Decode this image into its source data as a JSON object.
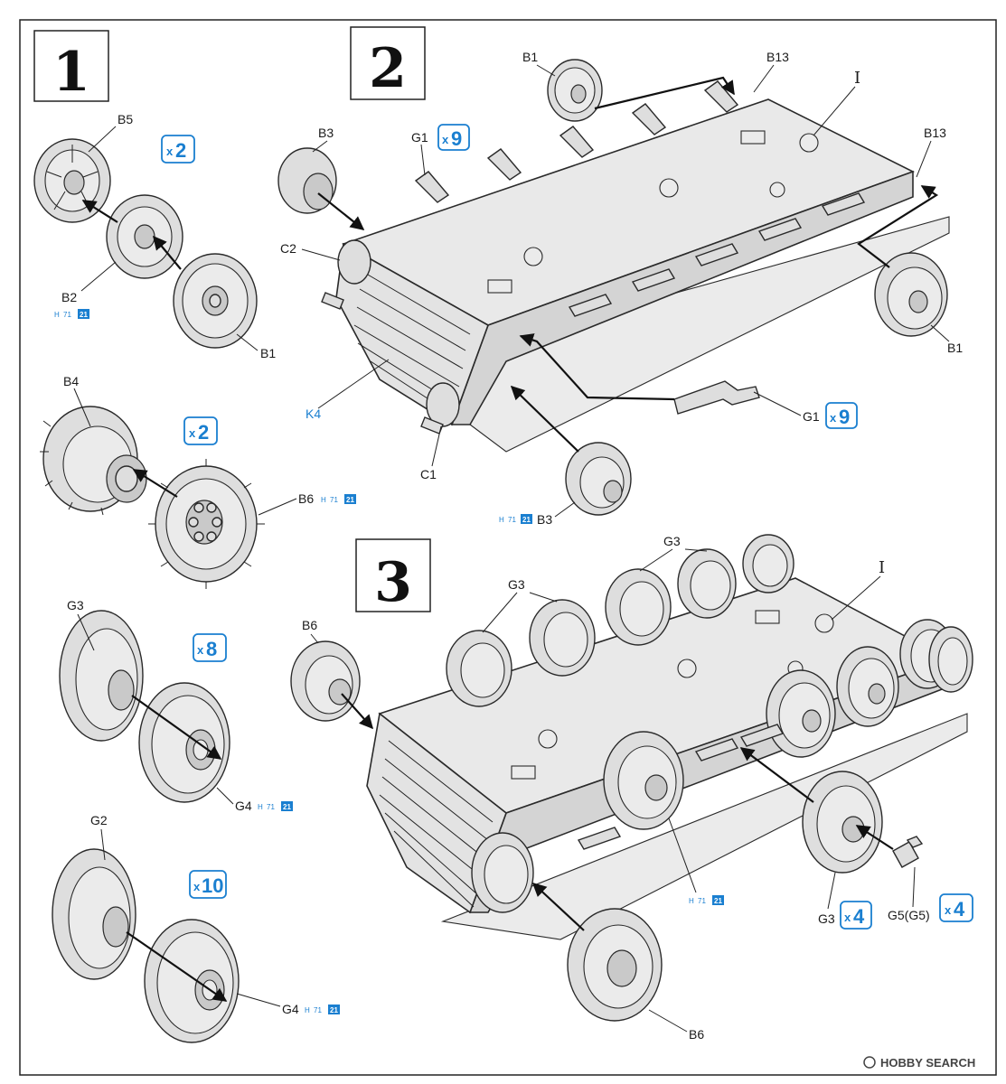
{
  "steps": [
    {
      "number": "1"
    },
    {
      "number": "2"
    },
    {
      "number": "3"
    }
  ],
  "labels": {
    "s1_b5": "B5",
    "s1_b2": "B2",
    "s1_b1": "B1",
    "s1_b4": "B4",
    "s1_b6": "B6",
    "s1_g3": "G3",
    "s1_g4a": "G4",
    "s1_g2": "G2",
    "s1_g4b": "G4",
    "s2_b1_top": "B1",
    "s2_b13_top": "B13",
    "s2_i": "I",
    "s2_b3_top": "B3",
    "s2_g1_top": "G1",
    "s2_b13_right": "B13",
    "s2_c2": "C2",
    "s2_b1_right": "B1",
    "s2_k4": "K4",
    "s2_g1_bottom": "G1",
    "s2_c1": "C1",
    "s2_b3_bottom": "B3",
    "s3_g3_top": "G3",
    "s3_i": "I",
    "s3_g3_left": "G3",
    "s3_b6_left": "B6",
    "s3_g3_bottom": "G3",
    "s3_g5": "G5(G5)",
    "s3_b6_bottom": "B6"
  },
  "quantities": {
    "s1_b5": {
      "x": "x",
      "n": "2"
    },
    "s1_b4": {
      "x": "x",
      "n": "2"
    },
    "s1_g3": {
      "x": "x",
      "n": "8"
    },
    "s1_g2": {
      "x": "x",
      "n": "10"
    },
    "s2_g1_top": {
      "x": "x",
      "n": "9"
    },
    "s2_g1_bottom": {
      "x": "x",
      "n": "9"
    },
    "s3_g3": {
      "x": "x",
      "n": "4"
    },
    "s3_g5": {
      "x": "x",
      "n": "4"
    }
  },
  "paint_codes": {
    "prefix": "H",
    "mid": "71",
    "box": "21"
  },
  "watermark": {
    "text": "HOBBY SEARCH"
  }
}
